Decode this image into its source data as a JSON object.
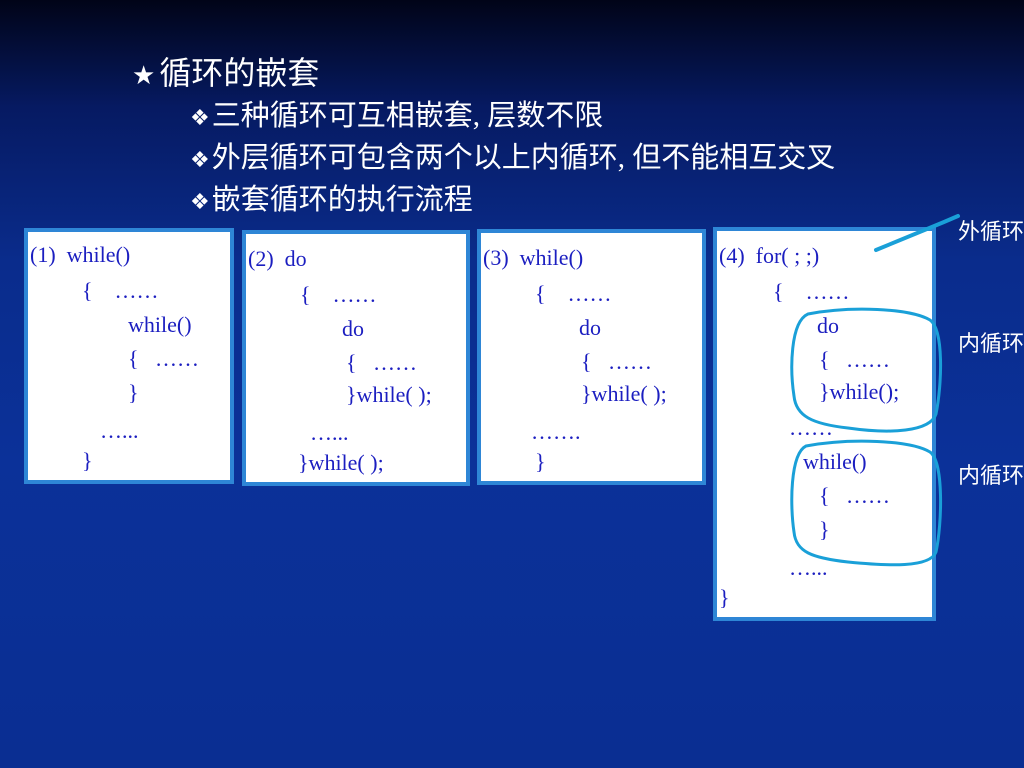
{
  "title": {
    "star": "★",
    "text": "循环的嵌套"
  },
  "bullets": [
    {
      "mark": "❖",
      "text": "三种循环可互相嵌套, 层数不限"
    },
    {
      "mark": "❖",
      "text": "外层循环可包含两个以上内循环, 但不能相互交叉"
    },
    {
      "mark": "❖",
      "text": "嵌套循环的执行流程"
    }
  ],
  "boxes": {
    "box1": [
      "(1)  while()",
      "{    ……",
      "while()",
      "{   ……",
      "}",
      "…...",
      "}"
    ],
    "box2": [
      "(2)  do",
      "{    ……",
      "do",
      "{   ……",
      "}while( );",
      "…...",
      "}while( );"
    ],
    "box3": [
      "(3)  while()",
      "{    ……",
      "do",
      "{   ……",
      "}while( );",
      "…….",
      "}"
    ],
    "box4": [
      "(4)  for( ; ;)",
      "{    ……",
      "do",
      "{   ……",
      "}while();",
      "……",
      "while()",
      "{   ……",
      "}",
      "…...",
      "}"
    ]
  },
  "labels": {
    "outer": "外循环",
    "inner1": "内循环",
    "inner2": "内循环"
  },
  "colors": {
    "box_text": "#1b1ec0",
    "box_border": "#2e86d6",
    "annotation": "#1aa0d8",
    "background": "#0a2e92"
  }
}
